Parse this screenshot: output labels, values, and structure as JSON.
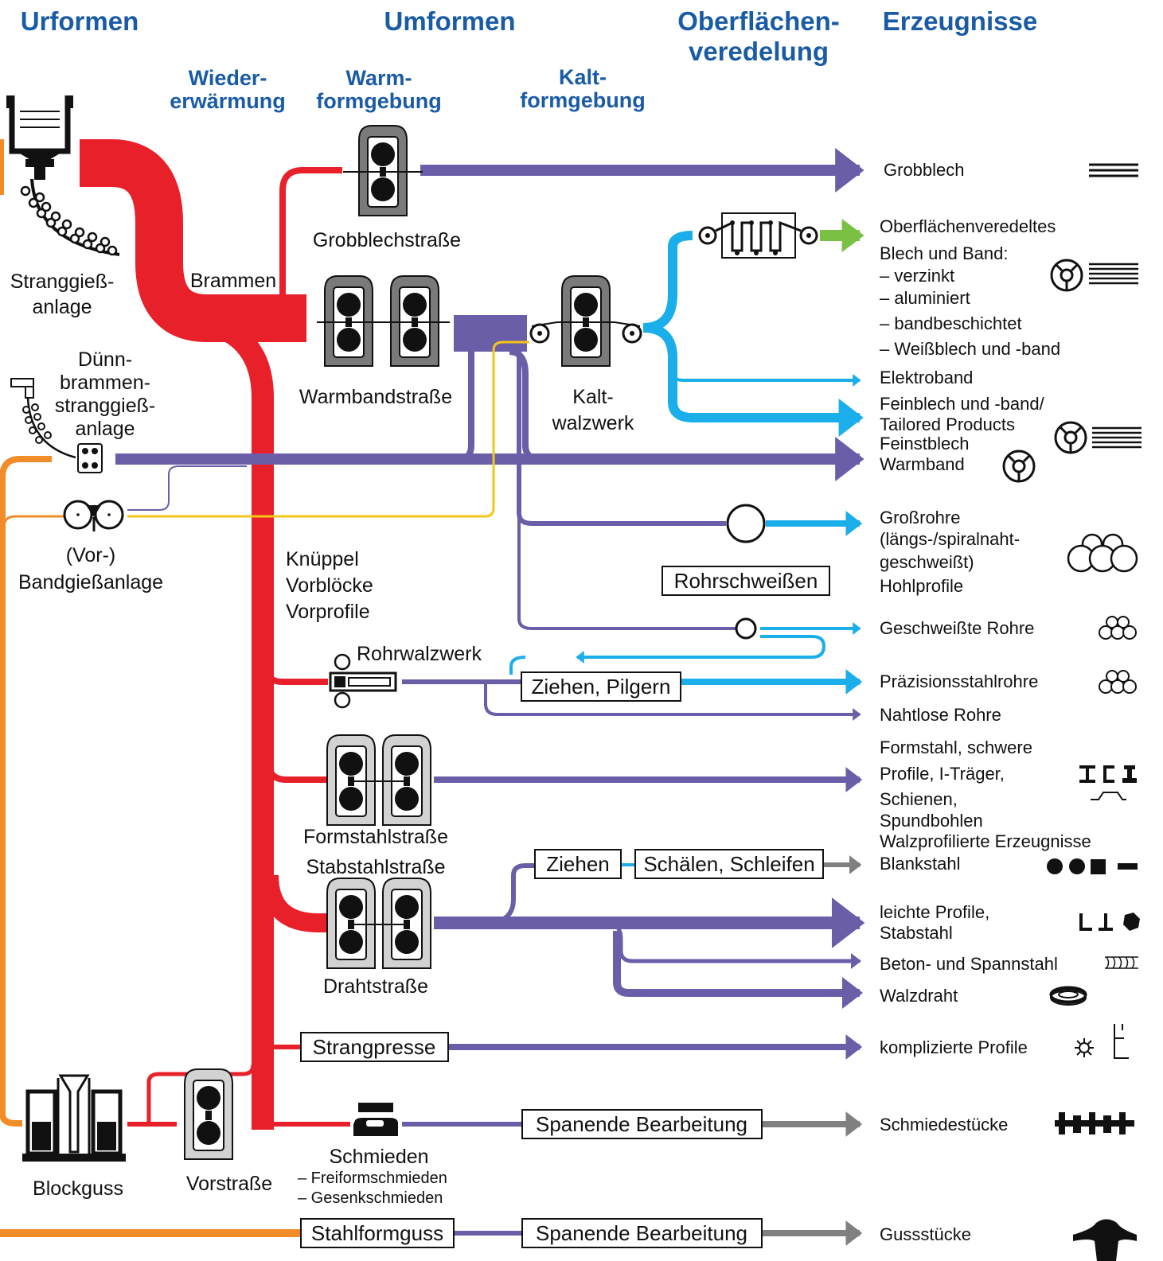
{
  "headers": {
    "urformen": "Urformen",
    "umformen": "Umformen",
    "oberflaechen_1": "Oberflächen-",
    "oberflaechen_2": "veredelung",
    "erzeugnisse": "Erzeugnisse",
    "wieder_1": "Wieder-",
    "wieder_2": "erwärmung",
    "warm_1": "Warm-",
    "warm_2": "formgebung",
    "kalt_1": "Kalt-",
    "kalt_2": "formgebung"
  },
  "processes": {
    "stranggiess_1": "Stranggieß-",
    "stranggiess_2": "anlage",
    "duenn_1": "Dünn-",
    "duenn_2": "brammen-",
    "duenn_3": "stranggieß-",
    "duenn_4": "anlage",
    "vor_band_1": "(Vor-)",
    "vor_band_2": "Bandgießanlage",
    "brammen": "Brammen",
    "grobblechstrasse": "Grobblechstraße",
    "warmbandstrasse": "Warmbandstraße",
    "kalt_1": "Kalt-",
    "kalt_2": "walzwerk",
    "knueppel_1": "Knüppel",
    "knueppel_2": "Vorblöcke",
    "knueppel_3": "Vorprofile",
    "rohrwalzwerk": "Rohrwalzwerk",
    "formstahlstrasse": "Formstahlstraße",
    "stabstahlstrasse": "Stabstahlstraße",
    "drahtstrasse": "Drahtstraße",
    "blockguss": "Blockguss",
    "vorstrasse": "Vorstraße",
    "schmieden": "Schmieden",
    "freiform": "– Freiformschmieden",
    "gesenk": "– Gesenkschmieden"
  },
  "boxes": {
    "rohrschweissen": "Rohrschweißen",
    "ziehen_pilgern": "Ziehen, Pilgern",
    "ziehen": "Ziehen",
    "schaelen": "Schälen, Schleifen",
    "strangpresse": "Strangpresse",
    "spanend_1": "Spanende Bearbeitung",
    "stahlformguss": "Stahlformguss",
    "spanend_2": "Spanende Bearbeitung"
  },
  "products": {
    "grobblech": "Grobblech",
    "ober_1": "Oberflächenveredeltes",
    "ober_2": "Blech und Band:",
    "ober_3": "– verzinkt",
    "ober_4": "– aluminiert",
    "ober_5": "– bandbeschichtet",
    "ober_6": "–  Weißblech und -band",
    "elektroband": "Elektroband",
    "feinblech_1": "Feinblech und -band/",
    "feinblech_2": "Tailored Products",
    "feinstblech": "Feinstblech",
    "warmband": "Warmband",
    "gross_1": "Großrohre",
    "gross_2": "(längs-/spiralnaht-",
    "gross_3": "geschweißt)",
    "gross_4": "Hohlprofile",
    "geschweisst": "Geschweißte Rohre",
    "praezision": "Präzisionsstahlrohre",
    "nahtlos": "Nahtlose Rohre",
    "form_1": "Formstahl, schwere",
    "form_2": "Profile, I-Träger,",
    "form_3": "Schienen,",
    "form_4": "Spundbohlen",
    "walzprofil": "Walzprofilierte Erzeugnisse",
    "blankstahl": "Blankstahl",
    "leicht_1": "leichte Profile,",
    "leicht_2": "Stabstahl",
    "beton": "Beton- und Spannstahl",
    "walzdraht": "Walzdraht",
    "kompliziert": "komplizierte Profile",
    "schmiedestuecke": "Schmiedestücke",
    "gussstuecke": "Gussstücke"
  },
  "colors": {
    "heading": "#1a5ba6",
    "hot_flow": "#e8202a",
    "rolled_flow": "#6b5ea8",
    "surface_flow": "#1aaeea",
    "casting_flow": "#f28c28",
    "thin_link": "#f5c518",
    "machining": "#808080",
    "coating_out": "#7ac143",
    "machine_gray": "#7a7a7a",
    "machine_light": "#d2d2d2"
  }
}
